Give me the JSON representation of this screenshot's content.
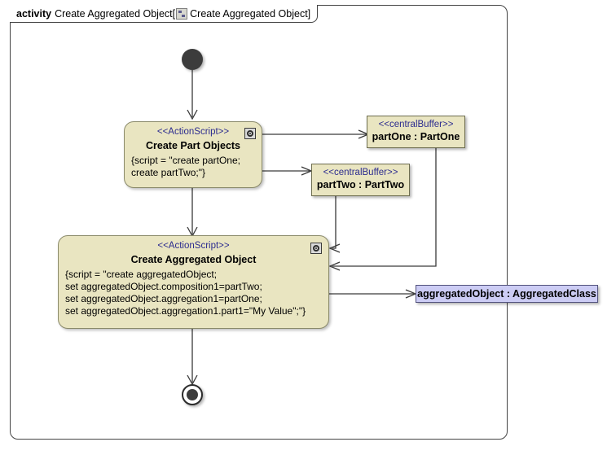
{
  "frame": {
    "keyword": "activity",
    "name": "Create Aggregated Object",
    "bracket_open": "[",
    "icon": "activity-diagram-icon",
    "qualified_name": "Create Aggregated Object",
    "bracket_close": "]"
  },
  "nodes": {
    "initial": {
      "name": "initial-node"
    },
    "final": {
      "name": "activity-final-node"
    },
    "create_part_objects": {
      "stereotype": "<<ActionScript>>",
      "name": "Create Part Objects",
      "script": "{script = \"create partOne;\ncreate partTwo;\"}",
      "badge": "script-badge-icon"
    },
    "create_aggregated_object": {
      "stereotype": "<<ActionScript>>",
      "name": "Create Aggregated Object",
      "script": "{script = \"create aggregatedObject;\nset aggregatedObject.composition1=partTwo;\nset aggregatedObject.aggregation1=partOne;\nset aggregatedObject.aggregation1.part1=\"My Value\";\"}",
      "badge": "script-badge-icon"
    },
    "part_one_buffer": {
      "stereotype": "<<centralBuffer>>",
      "name": "partOne : PartOne"
    },
    "part_two_buffer": {
      "stereotype": "<<centralBuffer>>",
      "name": "partTwo : PartTwo"
    },
    "aggregated_object": {
      "name": "aggregatedObject : AggregatedClass"
    }
  },
  "colors": {
    "action_fill": "#e9e5c1",
    "action_border": "#8a8a6a",
    "object_fill": "#ccccf4",
    "object_border": "#55557f",
    "stereotype_text": "#2b2b8f",
    "edge": "#3a3a3a",
    "frame_border": "#444444",
    "node_solid": "#3c3c3c",
    "background": "#ffffff"
  }
}
